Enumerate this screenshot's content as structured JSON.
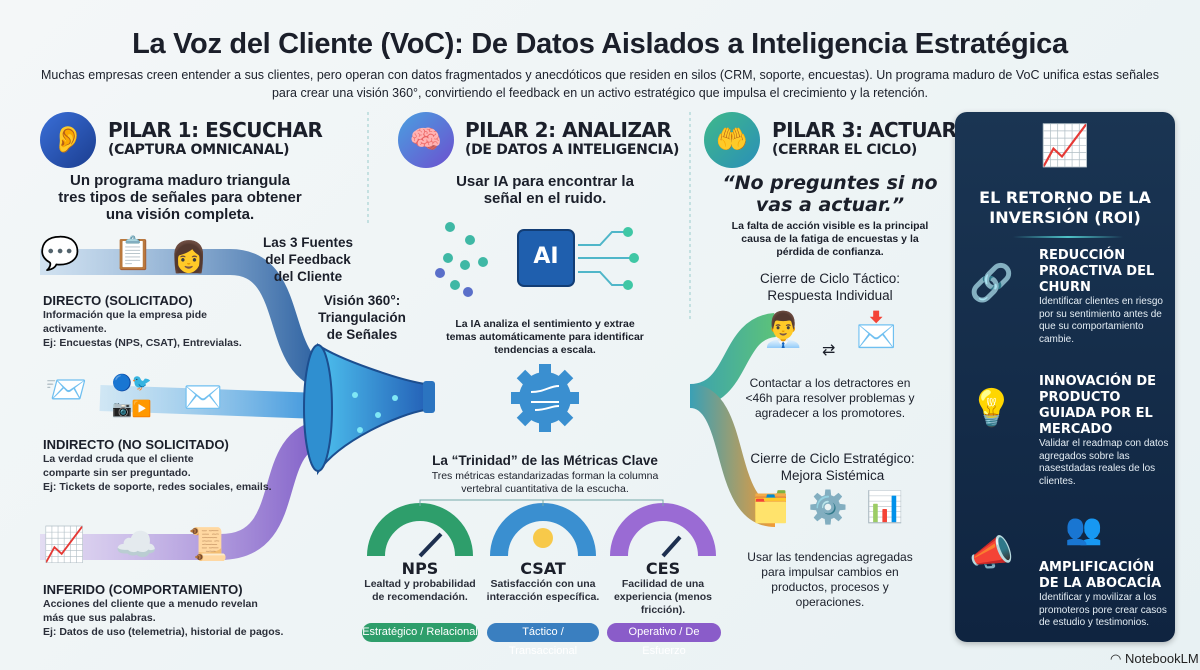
{
  "title": "La Voz del Cliente (VoC): De Datos Aislados a Inteligencia Estratégica",
  "subtitle": "Muchas empresas creen entender a sus clientes, pero operan con datos fragmentados y anecdóticos que residen en silos (CRM, soporte, encuestas). Un programa maduro de VoC unifica estas señales para crear una visión 360°, convirtiendo el feedback en un activo estratégico que impulsa el crecimiento y la retención.",
  "pillar1": {
    "title": "PILAR 1: ESCUCHAR",
    "subtitle": "(CAPTURA OMNICANAL)",
    "icon": "ear-icon",
    "lead": "Un programa maduro triangula tres tipos de señales para obtener una visión completa.",
    "sources_label": "Las 3 Fuentes del Feedback del Cliente",
    "vision_label": "Visión 360°: Triangulación de Señales",
    "sources": [
      {
        "title": "DIRECTO (SOLICITADO)",
        "desc": "Información que la empresa pide activamente.",
        "example": "Ej: Encuestas (NPS, CSAT), Entrevialas."
      },
      {
        "title": "INDIRECTO (NO SOLICITADO)",
        "desc": "La verdad cruda que el cliente comparte sin ser preguntado.",
        "example": "Ej: Tickets de soporte, redes sociales, emails."
      },
      {
        "title": "INFERIDO (COMPORTAMIENTO)",
        "desc": "Acciones del cliente que a menudo revelan más que sus palabras.",
        "example": "Ej: Datos de uso (telemetria), historial de pagos."
      }
    ]
  },
  "pillar2": {
    "title": "PILAR 2: ANALIZAR",
    "subtitle": "(DE DATOS A INTELIGENCIA)",
    "icon": "brain-icon",
    "lead": "Usar IA para encontrar la señal en el ruido.",
    "chip_label": "AI",
    "ai_desc": "La IA analiza el sentimiento y extrae temas automáticamente para identificar tendencias a escala.",
    "trinity_title": "La “Trinidad” de las Métricas Clave",
    "trinity_desc": "Tres métricas estandarizadas forman la columna vertebral cuantitativa de la escucha.",
    "metrics": [
      {
        "name": "NPS",
        "desc": "Lealtad y probabilidad de recomendación.",
        "tag": "Estratégico / Relacional",
        "color": "#2e9e6b"
      },
      {
        "name": "CSAT",
        "desc": "Satisfacción con una interacción específica.",
        "tag": "Táctico / Transaccional",
        "color": "#3a7fc0"
      },
      {
        "name": "CES",
        "desc": "Facilidad de una experiencia (menos fricción).",
        "tag": "Operativo / De Esfuerzo",
        "color": "#8a5cc9"
      }
    ]
  },
  "pillar3": {
    "title": "PILAR 3: ACTUAR",
    "subtitle": "(CERRAR EL CICLO)",
    "icon": "hand-light-icon",
    "quote": "“No preguntes si no vas a actuar.”",
    "quote_desc": "La falta de acción visible es la principal causa de la fatiga de encuestas y la pérdida de confianza.",
    "tactical": {
      "title": "Cierre de Ciclo Táctico: Respuesta Individual",
      "desc": "Contactar a los detractores en <46h para resolver problemas y agradecer a los promotores."
    },
    "strategic": {
      "title": "Cierre de Ciclo Estratégico: Mejora Sistémica",
      "desc": "Usar las tendencias agregadas para impulsar cambios en productos, procesos y operaciones."
    }
  },
  "roi": {
    "title": "EL RETORNO DE LA INVERSIÓN (ROI)",
    "icon": "growth-chart-icon",
    "items": [
      {
        "title": "REDUCCIÓN PROACTIVA DEL CHURN",
        "desc": "Identificar clientes en riesgo por su sentimiento antes de que su comportamiento cambie.",
        "icon": "broken-chain-icon"
      },
      {
        "title": "INNOVACIÓN DE PRODUCTO GUIADA POR EL MERCADO",
        "desc": "Validar el readmap con datos agregados sobre las nasestdadas reales de los clientes.",
        "icon": "lightbulb-icon"
      },
      {
        "title": "AMPLIFICACIÓN DE LA ABOCACÍA",
        "desc": "Identificar y movilizar a los promoteros pore crear casos de estudio y testimonios.",
        "icon": "megaphone-icon"
      }
    ]
  },
  "brand": "NotebookLM"
}
